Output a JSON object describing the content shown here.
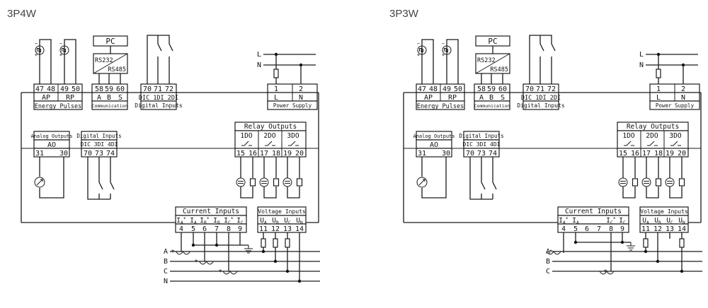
{
  "diagrams": [
    {
      "title": "3P4W",
      "energy": {
        "terminals": [
          "47",
          "48",
          "49",
          "50"
        ],
        "labels": [
          "AP",
          "RP"
        ],
        "caption": "Energy Pulses"
      },
      "comm": {
        "header": "PC",
        "rs232": "RS232",
        "rs485": "RS485",
        "terminals": [
          "58",
          "59",
          "60"
        ],
        "labels": [
          "A",
          "B",
          "S"
        ],
        "caption": "Communication"
      },
      "digital_top": {
        "terminals": [
          "70",
          "71",
          "72"
        ],
        "labels": "DIC 1DI 2DI",
        "caption": "Digital Inputs"
      },
      "power": {
        "line_l": "L",
        "line_n": "N",
        "terminals": [
          "1",
          "2"
        ],
        "labels": [
          "L",
          "N"
        ],
        "caption": "Power Supply"
      },
      "analog": {
        "caption": "Analog Outputs",
        "label": "AO",
        "terminals": [
          "31",
          "30"
        ]
      },
      "digital_mid": {
        "caption": "Digital Inputs",
        "labels": "DIC 3DI 4DI",
        "terminals": [
          "70",
          "73",
          "74"
        ]
      },
      "relay": {
        "caption": "Relay Outputs",
        "labels": [
          "1DO",
          "2DO",
          "3DO"
        ],
        "terminals": [
          "15",
          "16",
          "17",
          "18",
          "19",
          "20"
        ]
      },
      "current": {
        "caption": "Current Inputs",
        "labels": [
          "IA*",
          "IA",
          "IB*",
          "IB",
          "IC*",
          "IC"
        ],
        "terminals": [
          "4",
          "5",
          "6",
          "7",
          "8",
          "9"
        ]
      },
      "voltage": {
        "caption": "Voltage Inputs",
        "labels": [
          "UA",
          "UB",
          "UC",
          "UN"
        ],
        "terminals": [
          "11",
          "12",
          "13",
          "14"
        ]
      },
      "phases": [
        "A",
        "B",
        "C",
        "N"
      ]
    },
    {
      "title": "3P3W",
      "energy": {
        "terminals": [
          "47",
          "48",
          "49",
          "50"
        ],
        "labels": [
          "AP",
          "RP"
        ],
        "caption": "Energy Pulses"
      },
      "comm": {
        "header": "PC",
        "rs232": "RS232",
        "rs485": "RS485",
        "terminals": [
          "58",
          "59",
          "60"
        ],
        "labels": [
          "A",
          "B",
          "S"
        ],
        "caption": "Communication"
      },
      "digital_top": {
        "terminals": [
          "70",
          "71",
          "72"
        ],
        "labels": "DIC 1DI 2DI",
        "caption": "Digital Inputs"
      },
      "power": {
        "line_l": "L",
        "line_n": "N",
        "terminals": [
          "1",
          "2"
        ],
        "labels": [
          "L",
          "N"
        ],
        "caption": "Power Supply"
      },
      "analog": {
        "caption": "Analog Outputs",
        "label": "AO",
        "terminals": [
          "31",
          "30"
        ]
      },
      "digital_mid": {
        "caption": "Digital Inputs",
        "labels": "DIC 3DI 4DI",
        "terminals": [
          "70",
          "73",
          "74"
        ]
      },
      "relay": {
        "caption": "Relay Outputs",
        "labels": [
          "1DO",
          "2DO",
          "3DO"
        ],
        "terminals": [
          "15",
          "16",
          "17",
          "18",
          "19",
          "20"
        ]
      },
      "current": {
        "caption": "Current Inputs",
        "labels": [
          "IA*",
          "IA",
          "",
          "",
          "IC*",
          "IC"
        ],
        "terminals": [
          "4",
          "5",
          "6",
          "7",
          "8",
          "9"
        ]
      },
      "voltage": {
        "caption": "Voltage Inputs",
        "labels": [
          "UA",
          "UB",
          "UC",
          "UN"
        ],
        "terminals": [
          "11",
          "12",
          "13",
          "14"
        ]
      },
      "phases": [
        "A",
        "B",
        "C"
      ]
    }
  ],
  "colors": {
    "line": "#1a1a1a",
    "title": "#444444"
  }
}
